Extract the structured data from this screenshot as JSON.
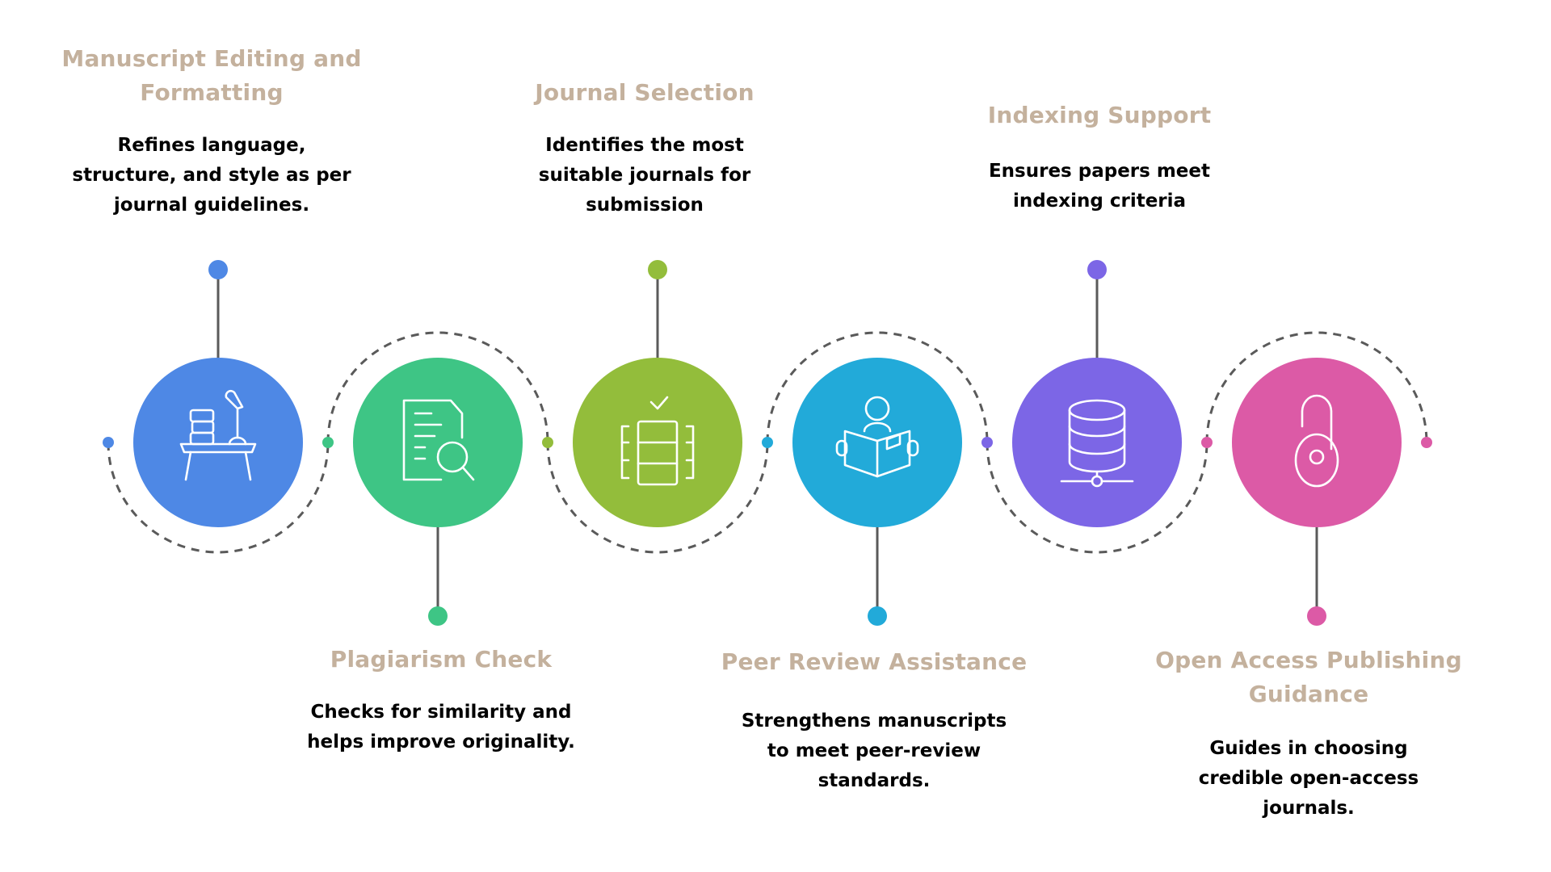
{
  "steps": [
    {
      "title": [
        "Manuscript Editing and",
        "Formatting"
      ],
      "description": [
        "Refines language,",
        "structure, and style as per",
        "journal guidelines."
      ],
      "color": "#4e88e5",
      "icon": "desk-lamp-books-icon",
      "label_position": "top"
    },
    {
      "title": [
        "Plagiarism Check"
      ],
      "description": [
        "Checks for similarity and",
        "helps improve originality."
      ],
      "color": "#3ec585",
      "icon": "document-search-icon",
      "label_position": "bottom"
    },
    {
      "title": [
        "Journal Selection"
      ],
      "description": [
        "Identifies the most",
        "suitable journals for",
        "submission"
      ],
      "color": "#93bd3b",
      "icon": "journal-stack-check-icon",
      "label_position": "top"
    },
    {
      "title": [
        "Peer Review Assistance"
      ],
      "description": [
        "Strengthens manuscripts",
        "to meet peer-review",
        "standards."
      ],
      "color": "#22aad9",
      "icon": "person-reading-icon",
      "label_position": "bottom"
    },
    {
      "title": [
        "Indexing Support"
      ],
      "description": [
        "Ensures papers meet",
        "indexing criteria"
      ],
      "color": "#7c66e6",
      "icon": "database-network-icon",
      "label_position": "top"
    },
    {
      "title": [
        "Open Access Publishing",
        "Guidance"
      ],
      "description": [
        "Guides in choosing",
        "credible open-access",
        "journals."
      ],
      "color": "#dc5aa6",
      "icon": "open-lock-icon",
      "label_position": "bottom"
    }
  ],
  "connector_color": "#5a5a5a",
  "title_color": "#c4b19d"
}
